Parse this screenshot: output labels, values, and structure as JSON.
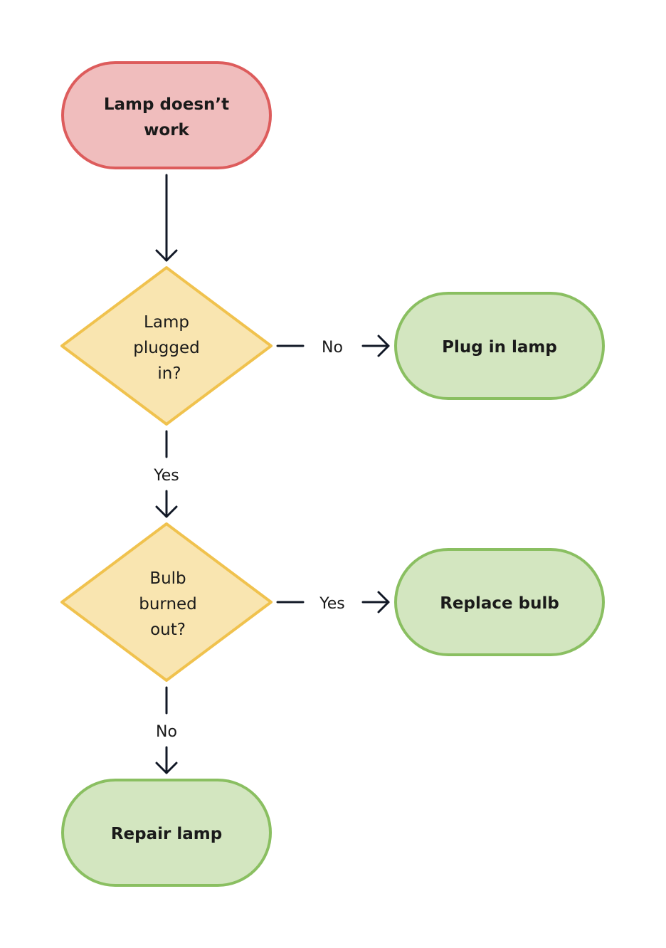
{
  "colors": {
    "start_fill": "#f0bdbd",
    "start_stroke": "#dd5c5c",
    "decision_fill": "#f9e5b0",
    "decision_stroke": "#f0c24e",
    "action_fill": "#d3e6c0",
    "action_stroke": "#8abf61",
    "edge": "#111826"
  },
  "nodes": {
    "start": {
      "line1": "Lamp doesn’t",
      "line2": "work"
    },
    "plugged": {
      "line1": "Lamp",
      "line2": "plugged",
      "line3": "in?"
    },
    "bulb": {
      "line1": "Bulb",
      "line2": "burned",
      "line3": "out?"
    },
    "plug_in": {
      "label": "Plug in lamp"
    },
    "replace": {
      "label": "Replace bulb"
    },
    "repair": {
      "label": "Repair lamp"
    }
  },
  "edges": {
    "plugged_no": "No",
    "plugged_yes": "Yes",
    "bulb_yes": "Yes",
    "bulb_no": "No"
  }
}
